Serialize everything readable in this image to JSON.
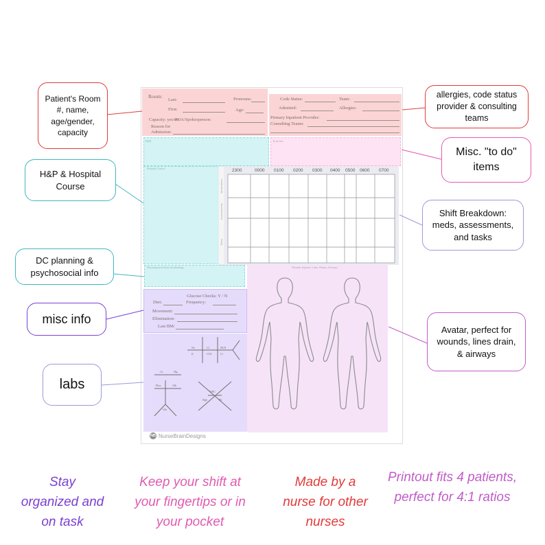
{
  "callouts": {
    "patient": "Patient's Room #, name, age/gender, capacity",
    "allergies": "allergies, code status provider & consulting teams",
    "hp": "H&P & Hospital Course",
    "todo": "Misc. \"to do\" items",
    "dc": "DC planning & psychosocial info",
    "shift": "Shift Breakdown: meds, assessments, and tasks",
    "misc": "misc info",
    "avatar": "Avatar, perfect for wounds, lines drain, & airways",
    "labs": "labs"
  },
  "colors": {
    "red": "#e23a3a",
    "teal": "#3fb7c0",
    "pink": "#e05bb1",
    "purple": "#7a3fd1",
    "lilac": "#c15cc8",
    "periwinkle": "#9a9ad8",
    "sheet_pink": "#fbd5d6",
    "sheet_teal": "#d3f3f4",
    "sheet_lavender": "#e5dcfb",
    "sheet_rose": "#fde3f3"
  },
  "sheet": {
    "room": "Room:",
    "last": "Last:",
    "first": "First:",
    "pronouns": "Pronouns:",
    "age": "Age:",
    "capacity": "Capacity: yes/no",
    "poa": "POA/Spokesperson:",
    "reason_1": "Reason for",
    "reason_2": "Admission:",
    "code_status": "Code Status:",
    "team": "Team:",
    "admitted": "Admitted:",
    "allergies": "Allergies:",
    "primary_provider": "Primary Inpatient Provider:",
    "consulting": "Consulting Teams:",
    "hpi": "H&P:",
    "todo": "To do list:",
    "hospital_course": "Hospital Course:",
    "dc_label": "Discharge/psychosocial planning:",
    "wounds": "Wounds, Injuries, Lines, Drains, Airways:",
    "glucose": "Glucose Checks: Y / N",
    "diet": "Diet:",
    "frequency": "Frequency:",
    "movement": "Movement:",
    "elimination": "Elimination:",
    "last_bm": "Last BM:",
    "grid_label_1": "Medications",
    "grid_label_2": "Assessments",
    "grid_label_3": "Tasks",
    "times": [
      "2300",
      "0000",
      "0100",
      "0200",
      "0300",
      "0400",
      "0500",
      "0600",
      "0700"
    ],
    "brand": "NurseBrainDesigns",
    "brand_logo": "NB"
  },
  "taglines": {
    "stay": "Stay organized and on task",
    "keep": "Keep your shift at your fingertips or in your pocket",
    "made": "Made by a nurse for other nurses",
    "printout": "Printout fits 4 patients, perfect for 4:1 ratios"
  }
}
